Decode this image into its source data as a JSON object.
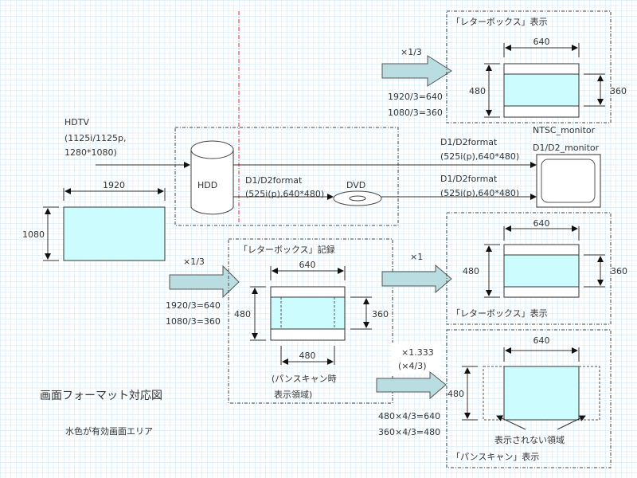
{
  "title": "画面フォーマット対応図",
  "note": "水色が有効画面エリア",
  "colors": {
    "grid": "#cfe9f9",
    "active_area": "#ccfcfe",
    "big_arrow": "#b9dde0",
    "guide_line": "#e0303a"
  },
  "source": {
    "label_line1": "HDTV",
    "label_line2": "(1125i/1125p,",
    "label_line3": "1280*1080)",
    "width_label": "1920",
    "height_label": "1080"
  },
  "storage": {
    "hdd_label": "HDD",
    "dvd_label": "DVD",
    "format_line1": "D1/D2format",
    "format_line2": "(525i(p),640*480)"
  },
  "monitor": {
    "label_line1": "NTSC_monitor",
    "label_line2": "D1/D2_monitor",
    "input1_line1": "D1/D2format",
    "input1_line2": "(525i(p),640*480)",
    "input2_line1": "D1/D2format",
    "input2_line2": "(525i(p),640*480)"
  },
  "top_letterbox": {
    "title": "「レターボックス」表示",
    "scale": "×1/3",
    "calc1": "1920/3=640",
    "calc2": "1080/3=360",
    "width_label": "640",
    "height_label": "480",
    "active_label": "360"
  },
  "recording": {
    "title": "「レターボックス」記録",
    "scale": "×1/3",
    "calc1": "1920/3=640",
    "calc2": "1080/3=360",
    "width_label": "640",
    "height_label": "480",
    "active_label": "360",
    "panscan_width_label": "480",
    "panscan_note_line1": "(パンスキャン時",
    "panscan_note_line2": "表示領域)"
  },
  "mid_letterbox": {
    "title": "「レターボックス」表示",
    "scale": "×1",
    "width_label": "640",
    "height_label": "480",
    "active_label": "360"
  },
  "panscan": {
    "title": "「パンスキャン」表示",
    "scale_line1": "×1.333",
    "scale_line2": "(×4/3)",
    "calc1": "480×4/3=640",
    "calc2": "360×4/3=480",
    "width_label": "640",
    "height_label": "480",
    "hidden_label": "表示されない領域"
  }
}
